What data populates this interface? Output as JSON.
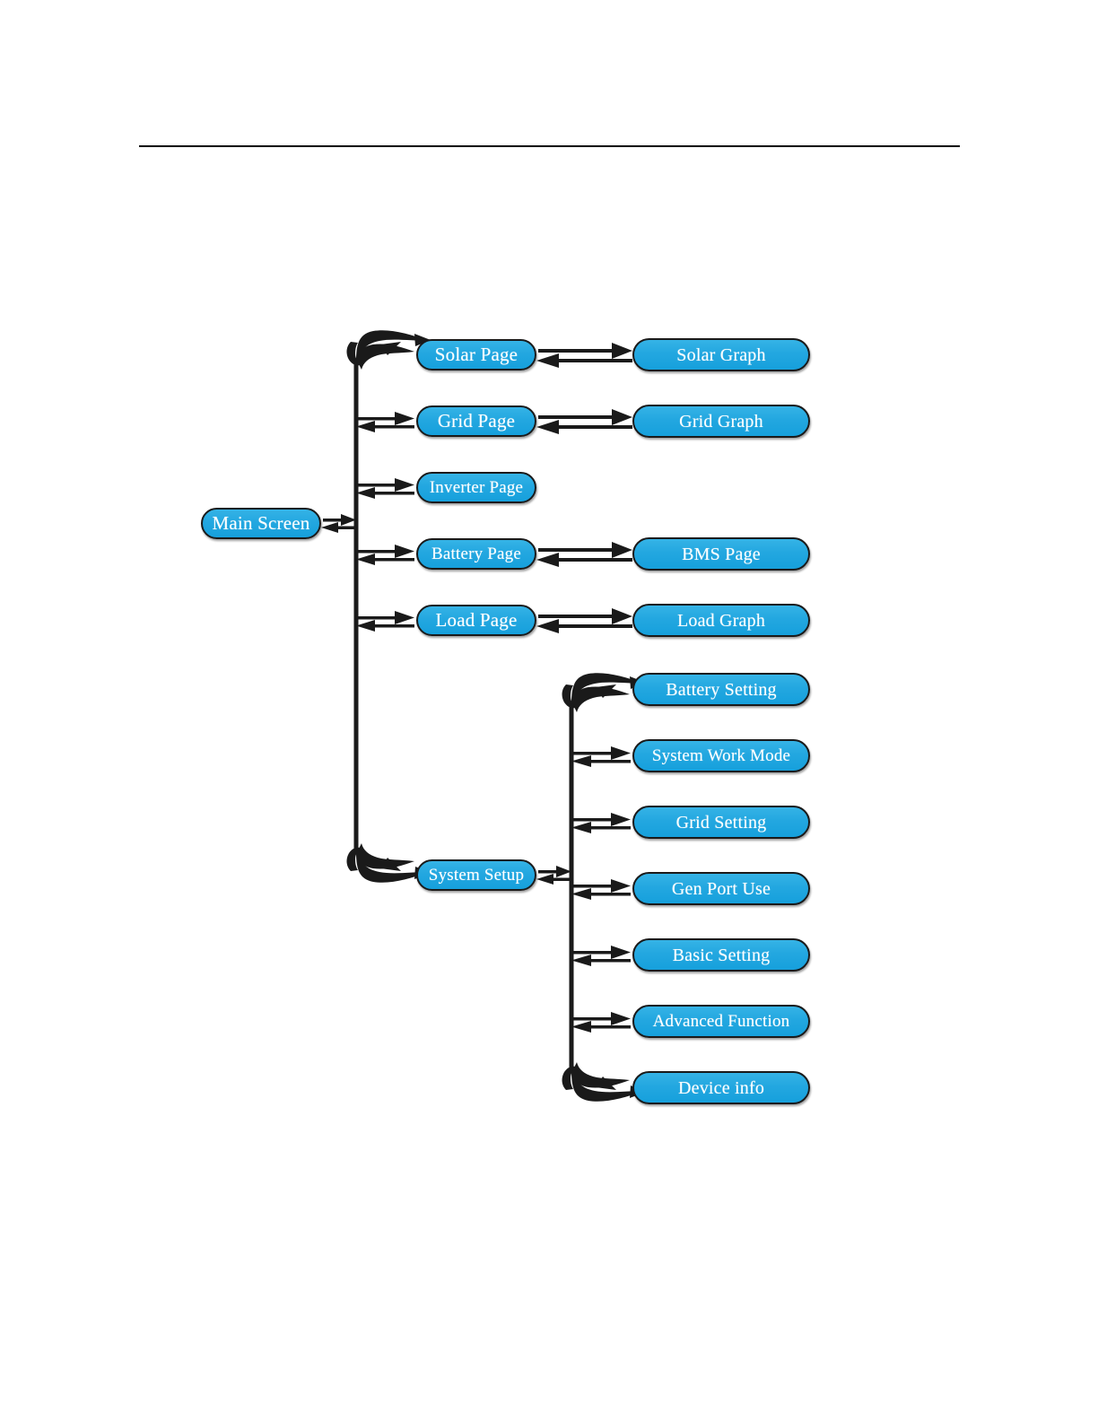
{
  "page": {
    "background_color": "#ffffff",
    "header_rule_color": "#000000"
  },
  "diagram": {
    "type": "flowchart",
    "title": "",
    "node_fill_color": "#23a7e0",
    "node_border_color": "#1a1a1a",
    "node_text_color": "#ffffff",
    "connector_color": "#1a1a1a",
    "root": {
      "id": "main-screen",
      "label": "Main Screen"
    },
    "branches": [
      {
        "id": "solar-page",
        "label": "Solar Page",
        "child": {
          "id": "solar-graph",
          "label": "Solar Graph"
        }
      },
      {
        "id": "grid-page",
        "label": "Grid Page",
        "child": {
          "id": "grid-graph",
          "label": "Grid Graph"
        }
      },
      {
        "id": "inverter-page",
        "label": "Inverter Page",
        "child": null
      },
      {
        "id": "battery-page",
        "label": "Battery Page",
        "child": {
          "id": "bms-page",
          "label": "BMS Page"
        }
      },
      {
        "id": "load-page",
        "label": "Load Page",
        "child": {
          "id": "load-graph",
          "label": "Load Graph"
        }
      },
      {
        "id": "system-setup",
        "label": "System Setup",
        "child": null
      }
    ],
    "setup_menu": {
      "id": "system-setup",
      "label": "System Setup",
      "items": [
        {
          "id": "battery-setting",
          "label": "Battery Setting"
        },
        {
          "id": "system-work-mode",
          "label": "System Work Mode"
        },
        {
          "id": "grid-setting",
          "label": "Grid Setting"
        },
        {
          "id": "gen-port-use",
          "label": "Gen Port Use"
        },
        {
          "id": "basic-setting",
          "label": "Basic Setting"
        },
        {
          "id": "advanced-function",
          "label": "Advanced Function"
        },
        {
          "id": "device-info",
          "label": "Device info"
        }
      ]
    }
  }
}
